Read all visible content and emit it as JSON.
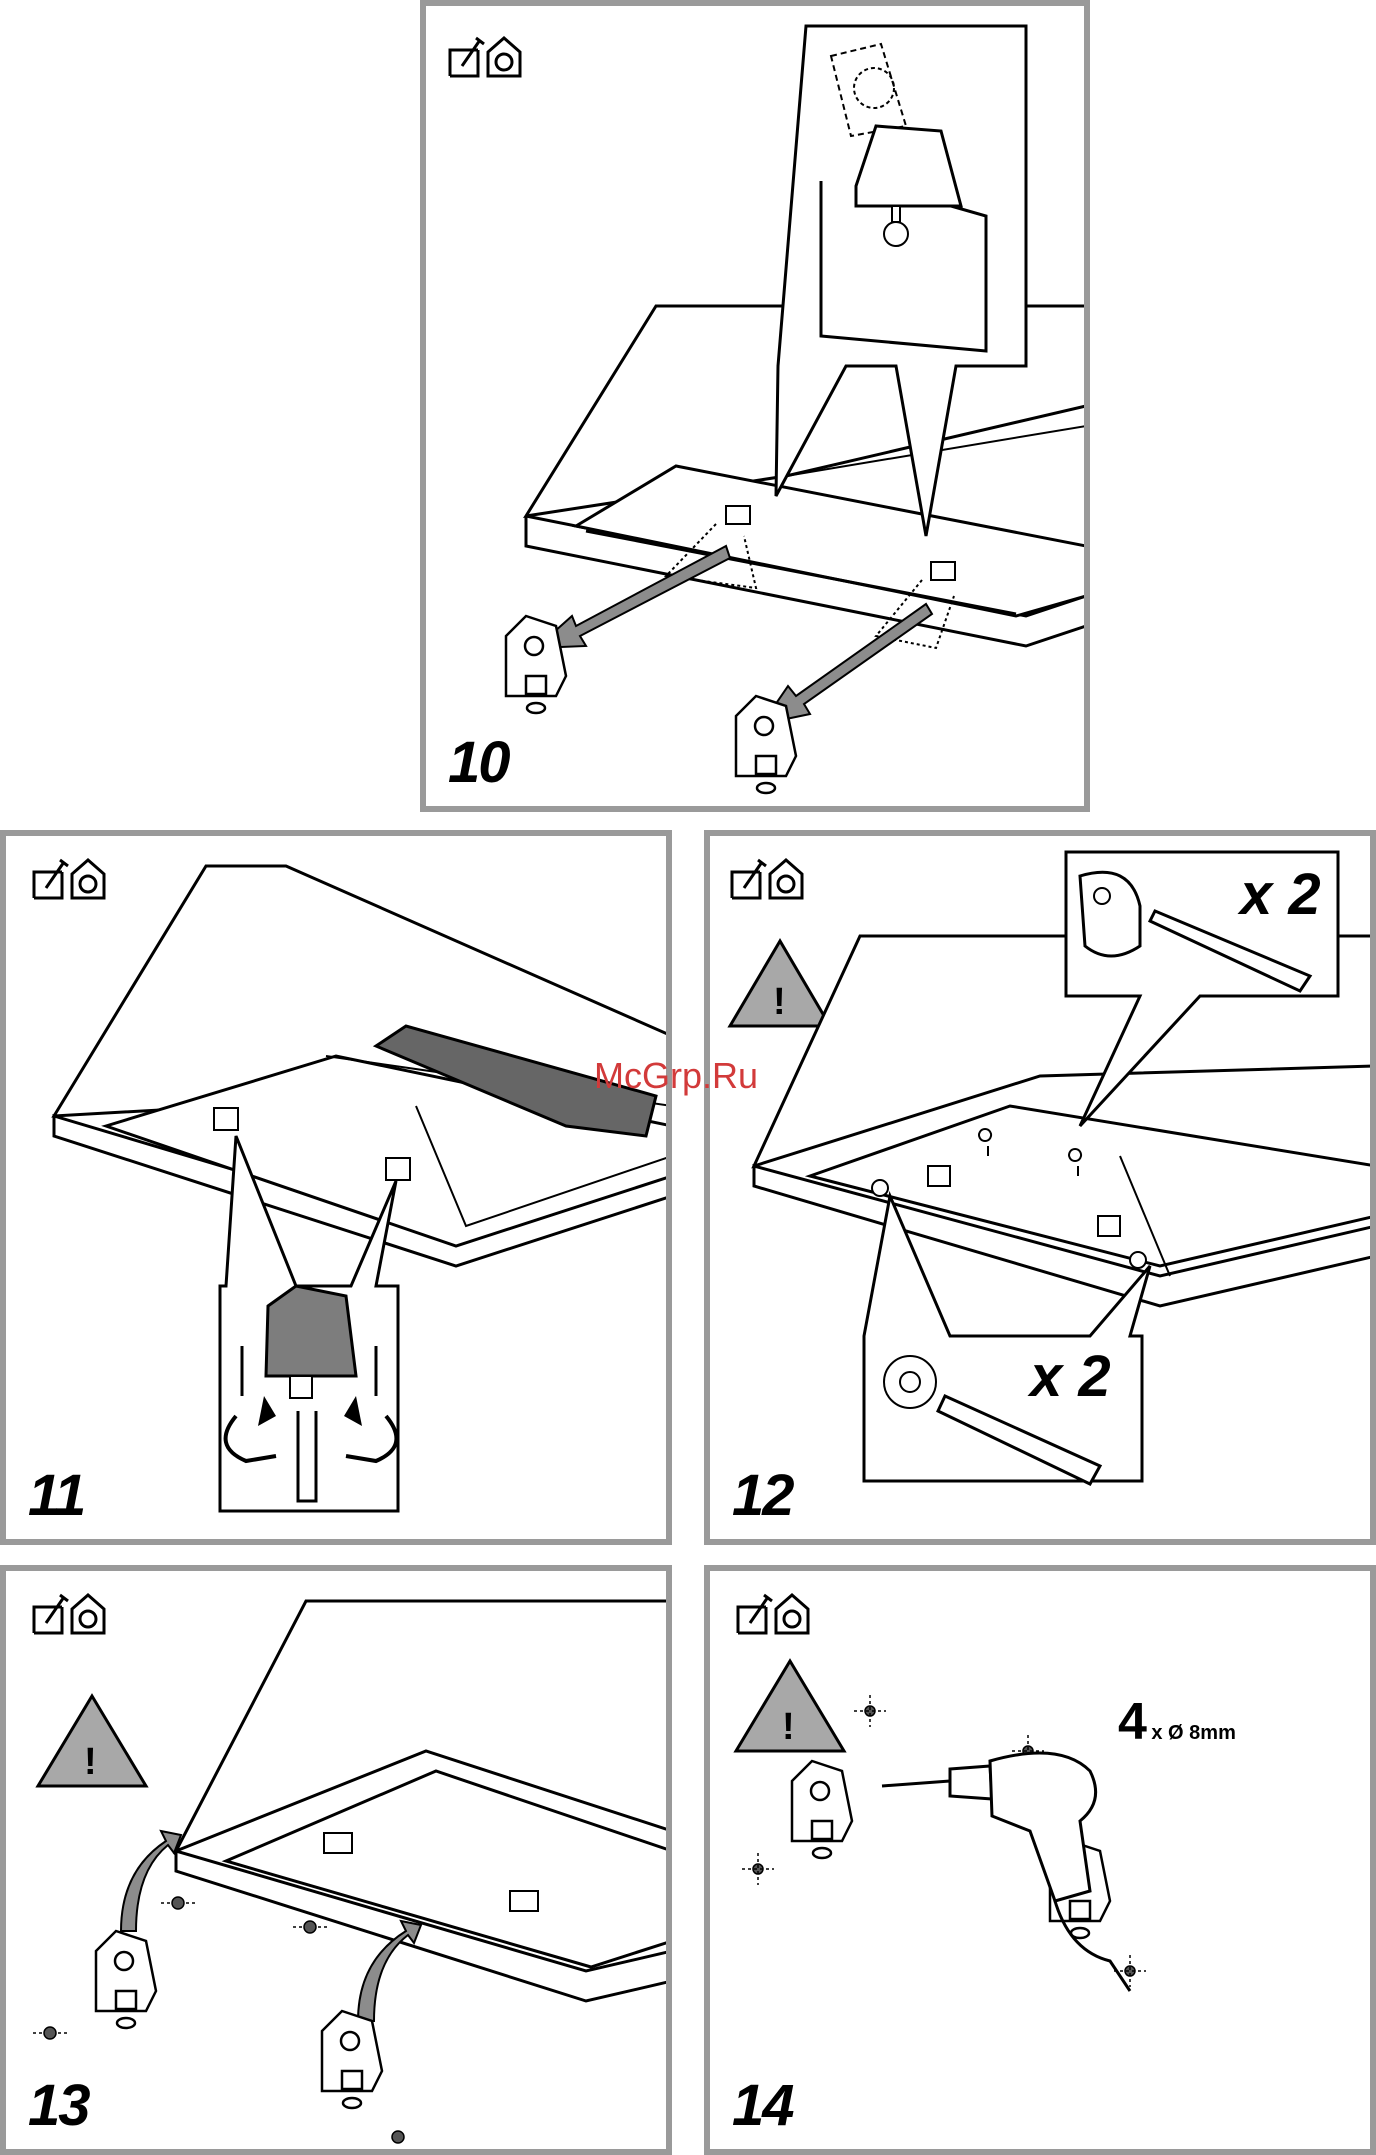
{
  "panels": [
    {
      "id": "10",
      "step_label": "10"
    },
    {
      "id": "11",
      "step_label": "11"
    },
    {
      "id": "12",
      "step_label": "12",
      "multiplier_top": "x 2",
      "multiplier_bottom": "x 2"
    },
    {
      "id": "13",
      "step_label": "13"
    },
    {
      "id": "14",
      "step_label": "14",
      "drill_count": "4",
      "drill_spec": "x Ø 8mm"
    }
  ],
  "watermark": "McGrp.Ru",
  "icons": [
    "install-tools-icon",
    "house-icon",
    "warning-triangle-icon",
    "drill-icon",
    "pencil-icon",
    "bracket-icon",
    "screwdriver-icon"
  ],
  "colors": {
    "frame": "#9a9a9a",
    "line": "#000000",
    "warning_fill": "#a8a8a8",
    "bracket_fill": "#7d7d7d",
    "arrow_fill": "#8c8c8c",
    "watermark": "#d23a3a"
  }
}
